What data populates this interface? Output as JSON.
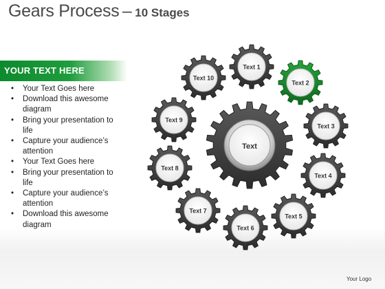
{
  "title": {
    "main": "Gears Process",
    "dash": "–",
    "sub": "10 Stages"
  },
  "header": {
    "label": "YOUR TEXT HERE"
  },
  "bullets": [
    "Your Text Goes here",
    "Download this awesome diagram",
    "Bring your presentation to life",
    "Capture your audience’s attention",
    "Your Text Goes here",
    "Bring your presentation to life",
    "Capture your audience’s attention",
    "Download this awesome diagram"
  ],
  "center_gear": {
    "label": "Text"
  },
  "gears": [
    {
      "label": "Text 1",
      "highlight": false
    },
    {
      "label": "Text 2",
      "highlight": true
    },
    {
      "label": "Text 3",
      "highlight": false
    },
    {
      "label": "Text 4",
      "highlight": false
    },
    {
      "label": "Text 5",
      "highlight": false
    },
    {
      "label": "Text 6",
      "highlight": false
    },
    {
      "label": "Text 7",
      "highlight": false
    },
    {
      "label": "Text 8",
      "highlight": false
    },
    {
      "label": "Text 9",
      "highlight": false
    },
    {
      "label": "Text 10",
      "highlight": false
    }
  ],
  "colors": {
    "accent": "#1e9b3c",
    "gear_dark": "#3d3d3d",
    "gear_highlight": "#1a7f2c"
  },
  "logo": "Your Logo"
}
